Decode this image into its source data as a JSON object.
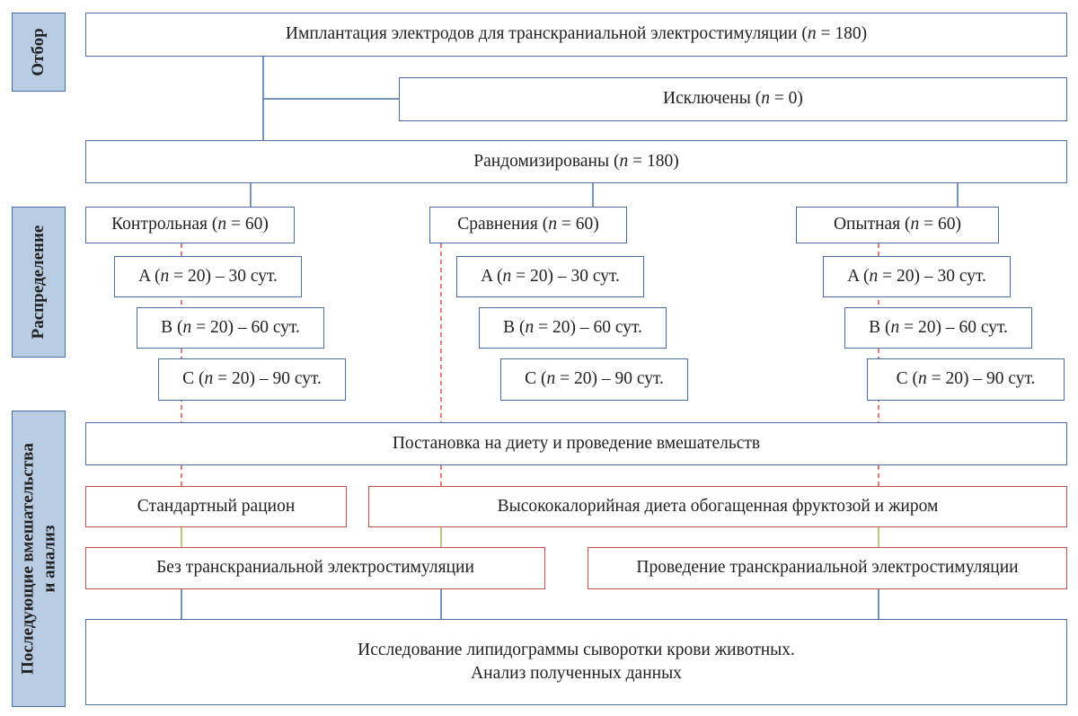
{
  "sidebar": {
    "selection": "Отбор",
    "allocation": "Распределение",
    "analysis_line1": "Последующие вмешательства",
    "analysis_line2": "и анализ"
  },
  "enrollment": {
    "implantation": {
      "prefix": "Имплантация электродов для транскраниальной электростимуляции (",
      "n": "n",
      "suffix": " = 180)"
    },
    "excluded": {
      "prefix": "Исключены (",
      "n": "n",
      "suffix": " = 0)"
    },
    "randomized": {
      "prefix": "Рандомизированы (",
      "n": "n",
      "suffix": " = 180)"
    }
  },
  "groups": [
    {
      "title": {
        "prefix": "Контрольная (",
        "n": "n",
        "suffix": " = 60)"
      },
      "subgroups": [
        {
          "prefix": "A (",
          "n": "n",
          "suffix": " = 20) – 30 сут."
        },
        {
          "prefix": "B (",
          "n": "n",
          "suffix": " = 20) – 60 сут."
        },
        {
          "prefix": "C (",
          "n": "n",
          "suffix": " = 20) – 90 сут."
        }
      ]
    },
    {
      "title": {
        "prefix": "Сравнения (",
        "n": "n",
        "suffix": " = 60)"
      },
      "subgroups": [
        {
          "prefix": "A (",
          "n": "n",
          "suffix": " = 20) – 30 сут."
        },
        {
          "prefix": "B (",
          "n": "n",
          "suffix": " = 20) – 60 сут."
        },
        {
          "prefix": "C (",
          "n": "n",
          "suffix": " = 20) – 90 сут."
        }
      ]
    },
    {
      "title": {
        "prefix": "Опытная (",
        "n": "n",
        "suffix": " = 60)"
      },
      "subgroups": [
        {
          "prefix": "A (",
          "n": "n",
          "suffix": " = 20) – 30 сут."
        },
        {
          "prefix": "B (",
          "n": "n",
          "suffix": " = 20) – 60 сут."
        },
        {
          "prefix": "C (",
          "n": "n",
          "suffix": " = 20) – 90 сут."
        }
      ]
    }
  ],
  "interventions": {
    "diet_setup": "Постановка на диету и проведение вмешательств",
    "standard_diet": "Стандартный рацион",
    "high_calorie_diet": "Высококалорийная диета обогащенная фруктозой и жиром",
    "no_stimulation": "Без транскраниальной электростимуляции",
    "stimulation": "Проведение транскраниальной электростимуляции",
    "final_line1": "Исследование липидограммы сыворотки крови животных.",
    "final_line2": "Анализ полученных данных"
  },
  "colors": {
    "blue_border": "#4a6fa5",
    "red_border": "#c0504d",
    "sidebar_fill": "#b8cce4",
    "dashed_red": "#d9534f",
    "green_connector": "#9bbb59"
  }
}
